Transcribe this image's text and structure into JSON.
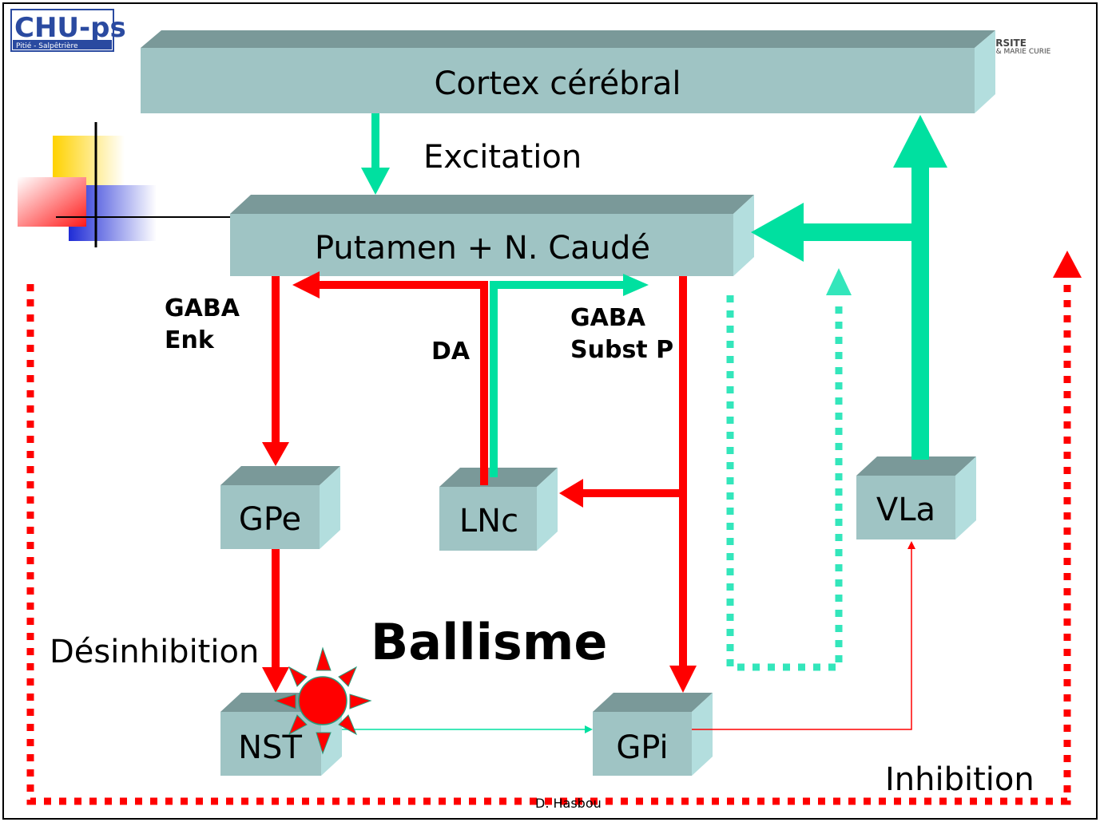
{
  "logos": {
    "left_main": "CHU-ps",
    "left_sub": "Pitié - Salpêtrière",
    "right_main": "ERSITE",
    "right_sub": "S & MARIE CURIE"
  },
  "boxes": {
    "cortex": "Cortex cérébral",
    "putamen": "Putamen + N. Caudé",
    "gpe": "GPe",
    "lnc": "LNc",
    "vla": "VLa",
    "nst": "NST",
    "gpi": "GPi"
  },
  "labels": {
    "excitation": "Excitation",
    "gaba_enk_1": "GABA",
    "gaba_enk_2": "Enk",
    "da": "DA",
    "gaba_subst_1": "GABA",
    "gaba_subst_2": "Subst P",
    "ballisme": "Ballisme",
    "desinhibition": "Désinhibition",
    "inhibition": "Inhibition",
    "author": "D. Hasbou"
  },
  "colors": {
    "box_face": "#9fc4c4",
    "box_top": "#7a9999",
    "box_side": "#b3dede",
    "red": "#ff0000",
    "green": "#00e0a0",
    "cyan": "#33e6bb"
  }
}
